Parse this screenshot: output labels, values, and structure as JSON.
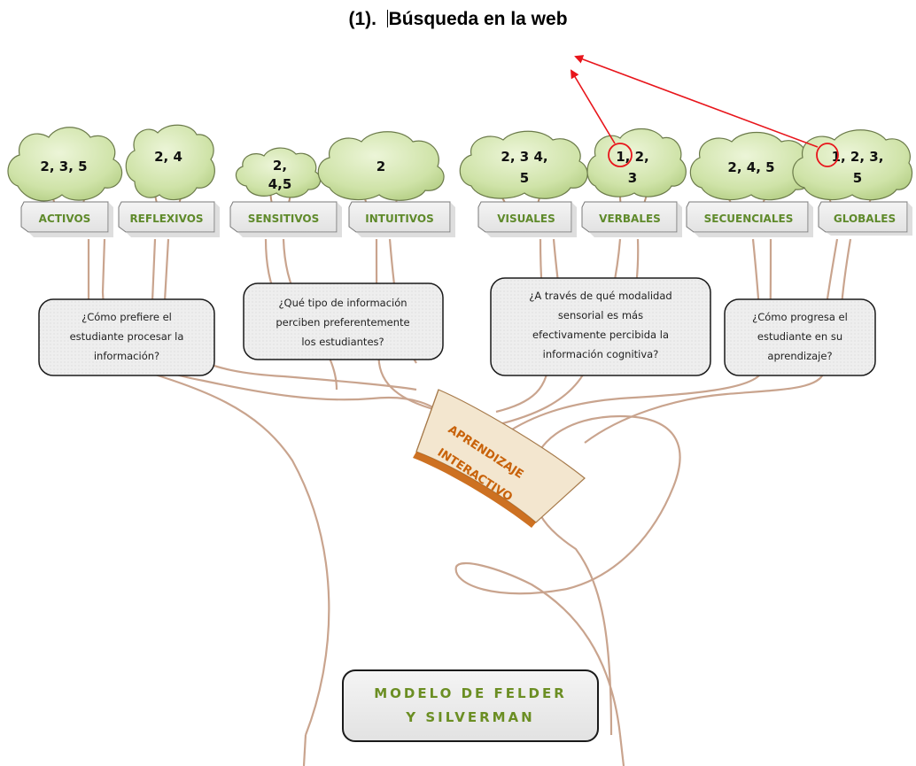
{
  "heading": {
    "prefix": "(1).",
    "title": "Búsqueda en la web"
  },
  "clouds": [
    {
      "id": "activos",
      "lines": [
        "2, 3, 5"
      ]
    },
    {
      "id": "reflexivos",
      "lines": [
        "2, 4"
      ]
    },
    {
      "id": "sensitivos",
      "lines": [
        "2,",
        "4,5"
      ]
    },
    {
      "id": "intuitivos",
      "lines": [
        "2"
      ]
    },
    {
      "id": "visuales",
      "lines": [
        "2, 3  4,",
        "5"
      ]
    },
    {
      "id": "verbales",
      "lines": [
        "1, 2,",
        "3"
      ]
    },
    {
      "id": "secuenciales",
      "lines": [
        "2, 4, 5"
      ]
    },
    {
      "id": "globales",
      "lines": [
        "1, 2, 3,",
        "5"
      ]
    }
  ],
  "labels": [
    "ACTIVOS",
    "REFLEXIVOS",
    "SENSITIVOS",
    "INTUITIVOS",
    "VISUALES",
    "VERBALES",
    "SECUENCIALES",
    "GLOBALES"
  ],
  "questions": [
    {
      "lines": [
        "¿Cómo prefiere el",
        "estudiante procesar la",
        "información?"
      ]
    },
    {
      "lines": [
        "¿Qué tipo de información",
        "perciben preferentemente",
        "los estudiantes?"
      ]
    },
    {
      "lines": [
        "¿A través de qué modalidad",
        "sensorial es más",
        "efectivamente percibida la",
        "información cognitiva?"
      ]
    },
    {
      "lines": [
        "¿Cómo progresa el",
        "estudiante en su",
        "aprendizaje?"
      ]
    }
  ],
  "book": {
    "lines": [
      "APRENDIZAJE",
      "INTERACTIVO"
    ]
  },
  "model": {
    "lines": [
      "MODELO DE FELDER",
      "Y SILVERMAN"
    ]
  },
  "colors": {
    "cloud_fill": "#cfe3a8",
    "trunk_stroke": "#c9a48e",
    "label_text": "#5f8a2b",
    "annotation": "#e8151b",
    "book_text": "#c8620a",
    "model_text": "#6b8e23"
  }
}
